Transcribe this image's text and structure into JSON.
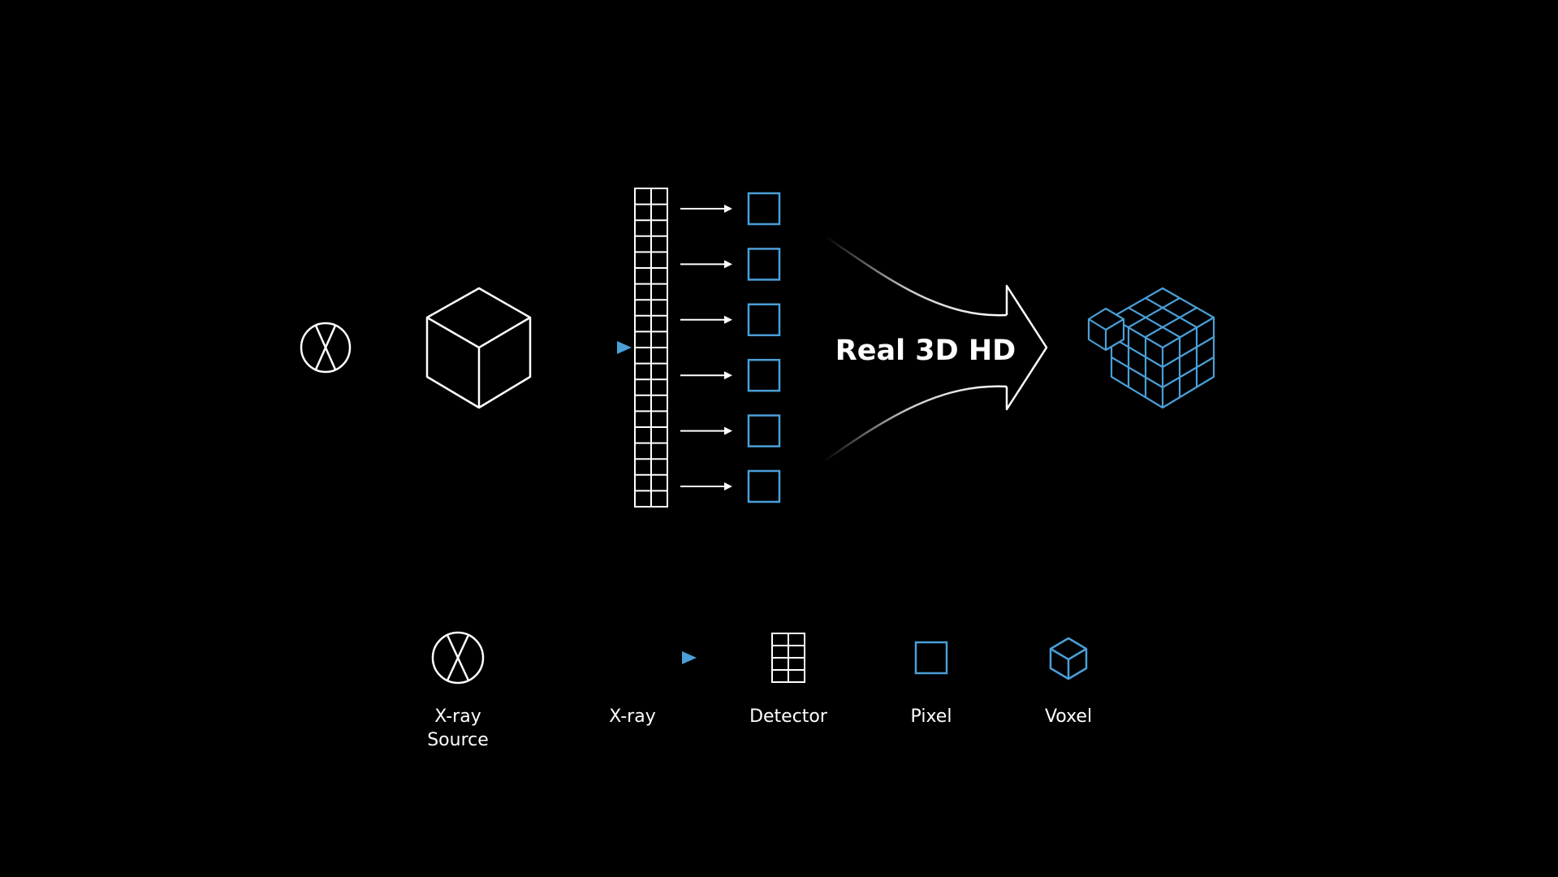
{
  "diagram": {
    "headline": "Real 3D HD",
    "pixel_count": 6,
    "detector_grid": {
      "columns": 2,
      "rows": 20
    }
  },
  "legend": [
    {
      "id": "source",
      "line1": "X-ray",
      "line2": "Source",
      "icon": "xray-source-icon"
    },
    {
      "id": "ray",
      "line1": "X-ray",
      "line2": "",
      "icon": "xray-beam-arrow"
    },
    {
      "id": "detector",
      "line1": "Detector",
      "line2": "",
      "icon": "detector-grid-icon"
    },
    {
      "id": "pixel",
      "line1": "Pixel",
      "line2": "",
      "icon": "pixel-square-icon"
    },
    {
      "id": "voxel",
      "line1": "Voxel",
      "line2": "",
      "icon": "voxel-cube-icon"
    }
  ],
  "colors": {
    "background": "#000000",
    "line": "#ffffff",
    "accent": "#4a9fd8"
  }
}
